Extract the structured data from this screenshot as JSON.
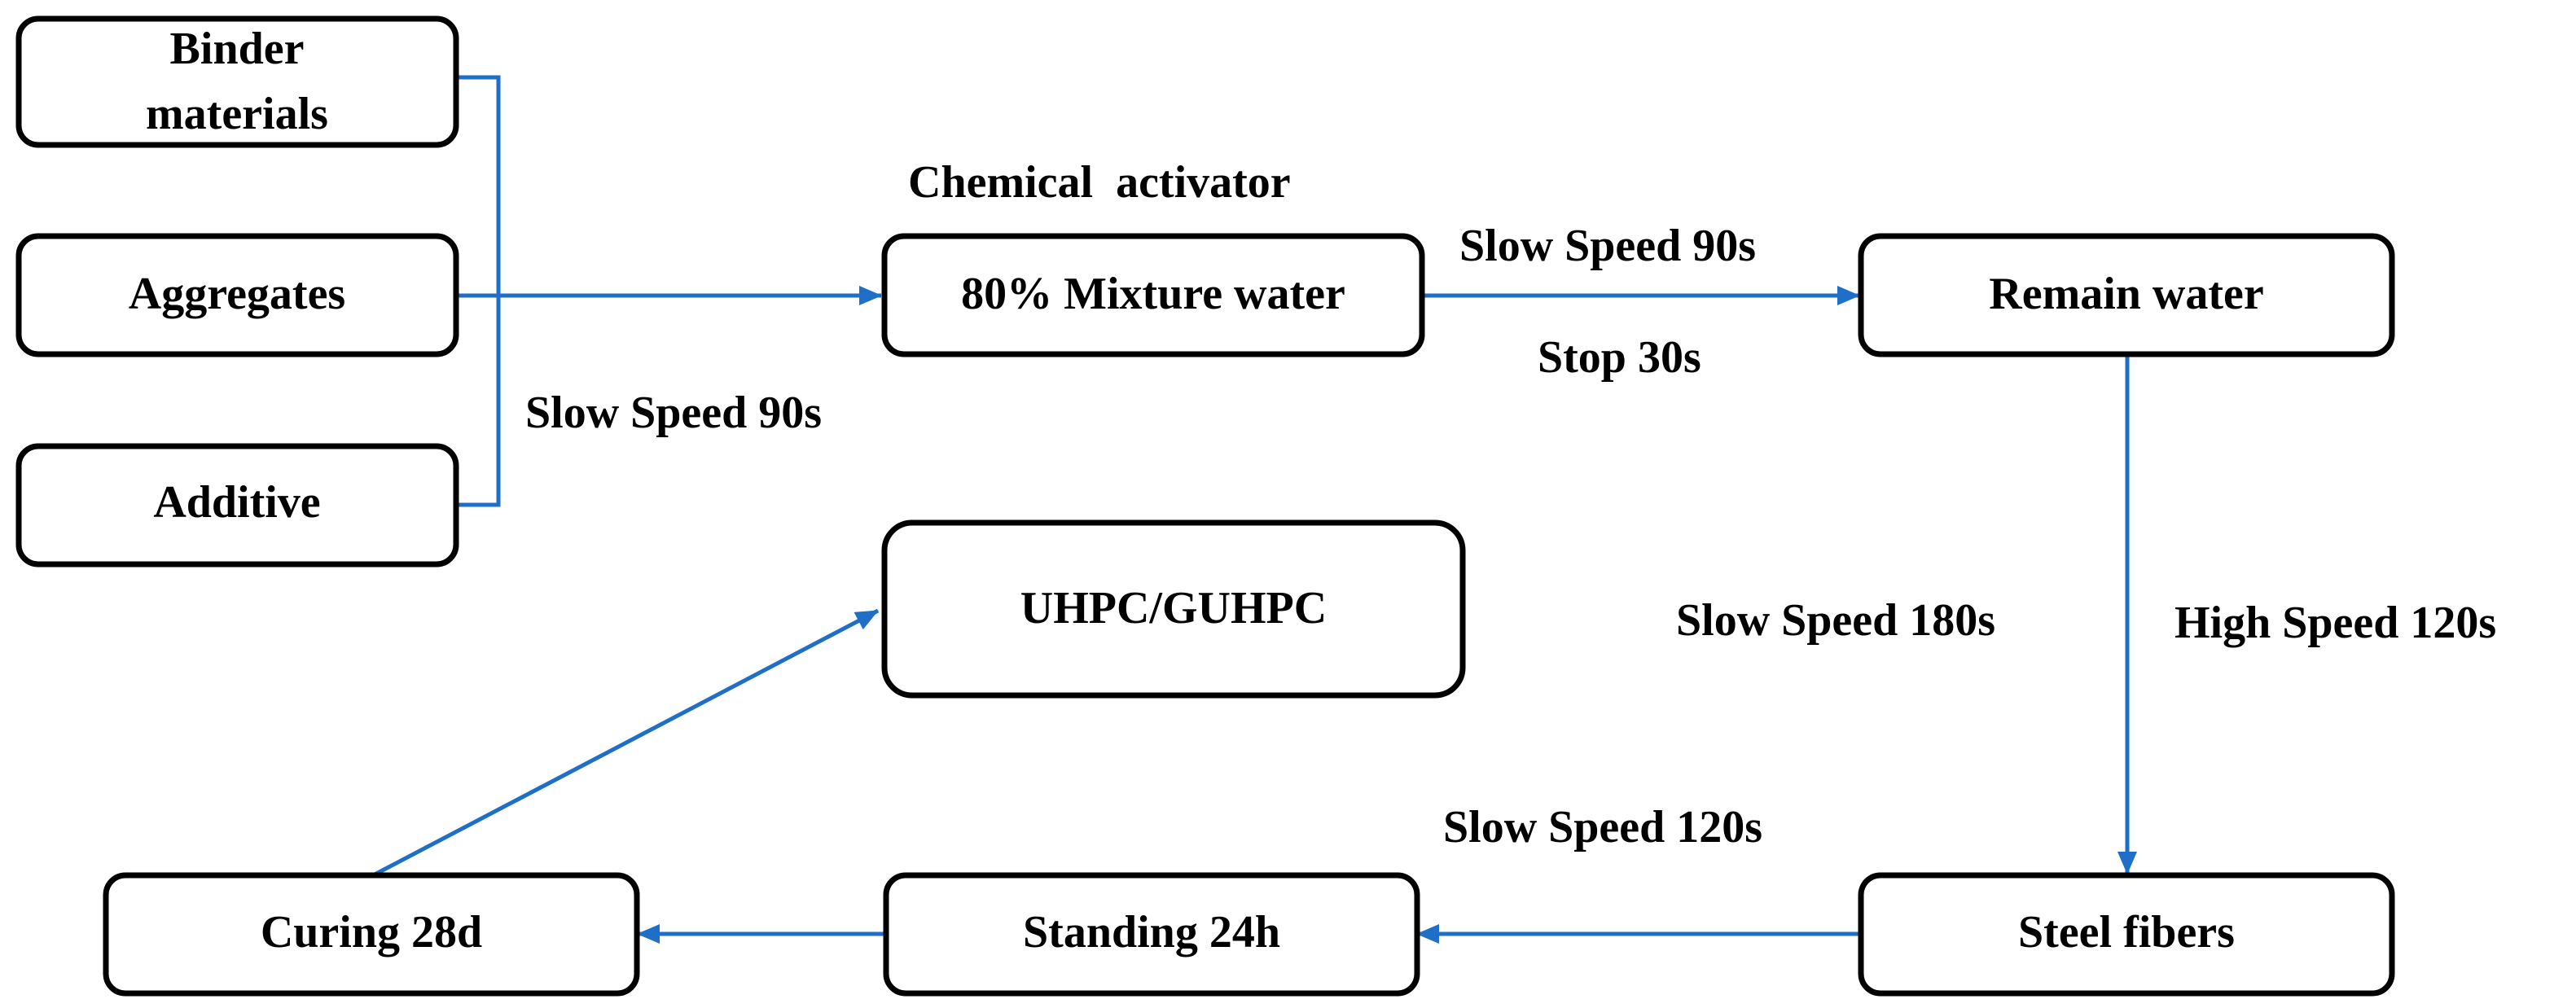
{
  "colors": {
    "connector": "#1f6fc8",
    "box_border": "#000000",
    "text": "#000000"
  },
  "nodes": {
    "binder": [
      "Binder",
      "materials"
    ],
    "aggregates": "Aggregates",
    "additive": "Additive",
    "mixture_water": "80% Mixture water",
    "remain_water": "Remain water",
    "uhpc": "UHPC/GUHPC",
    "steel_fibers": "Steel fibers",
    "standing": "Standing 24h",
    "curing": "Curing 28d"
  },
  "annotations": {
    "chemical_activator": "Chemical  activator",
    "slow_speed_90s_inputs": "Slow Speed 90s",
    "slow_speed_90s_top": "Slow Speed 90s",
    "stop_30s": "Stop 30s",
    "slow_speed_180s": "Slow Speed 180s",
    "high_speed_120s": "High Speed 120s",
    "slow_speed_120s": "Slow Speed 120s"
  }
}
